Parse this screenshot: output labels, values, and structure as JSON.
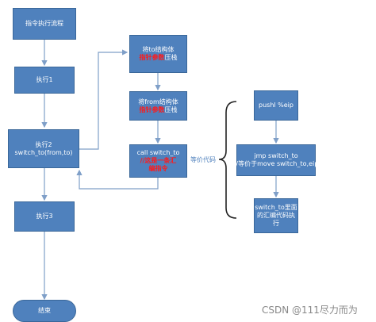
{
  "nodes": {
    "start": {
      "text": "指令执行流程"
    },
    "exec1": {
      "text": "执行1"
    },
    "exec2": {
      "line1": "执行2",
      "line2": "switch_to(from,to)"
    },
    "exec3": {
      "text": "执行3"
    },
    "end": {
      "text": "结束"
    },
    "push_to": {
      "line1": "将to结构体",
      "line2a_red": "指",
      "line2b_red": "针参数",
      "line2c": "压栈"
    },
    "push_from": {
      "line1": "将from结构体",
      "line2a_red": "指针参数",
      "line2b": "压栈"
    },
    "call": {
      "line1": "call switch_to",
      "line2_red": "//这是一条汇",
      "line3_red": "编指令"
    },
    "pushl": {
      "text": "pushl %eip"
    },
    "jmp": {
      "line1": "jmp switch_to",
      "line2": "//等价于move switch_to,eip"
    },
    "asm": {
      "line1": "switch_to里面",
      "line2": "的汇编代码执",
      "line3": "行"
    }
  },
  "equiv_label": "等价代码",
  "watermark": "CSDN @111尽力而为",
  "colors": {
    "node_fill": "#4f81bd",
    "connector": "#7f9fc8",
    "highlight": "#ff1a1a",
    "brace": "#222222"
  }
}
